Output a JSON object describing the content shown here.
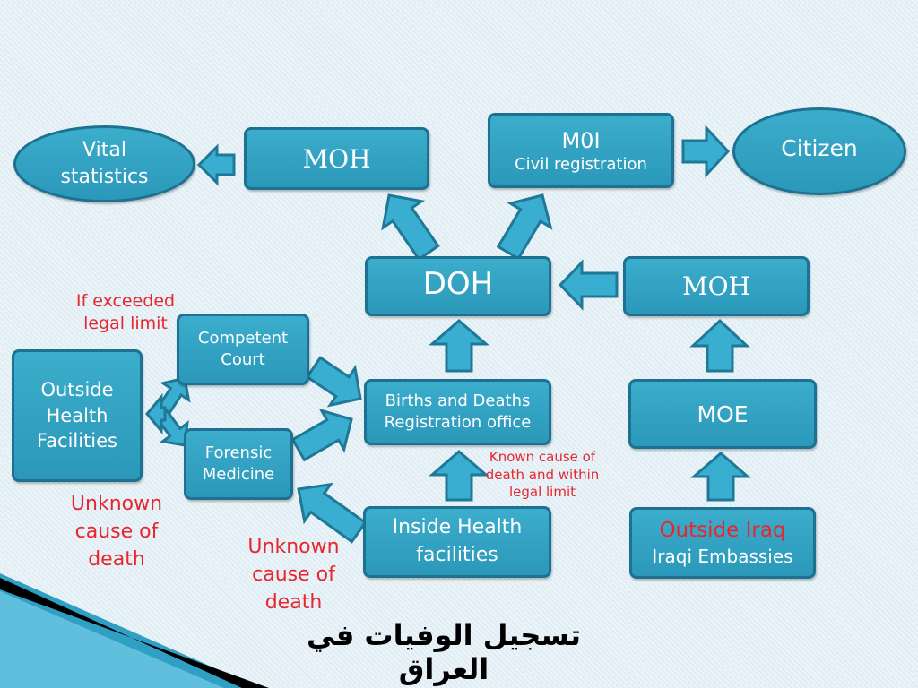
{
  "colors": {
    "box_fill": "#2ea3c6",
    "box_border": "#1c7290",
    "annotation_red": "#e8262e",
    "title_color": "#000000"
  },
  "nodes": {
    "vital_statistics": "Vital\nstatistics",
    "moh_top": "MOH",
    "moi_title": "M0I",
    "moi_subtitle": "Civil registration",
    "citizen": "Citizen",
    "doh": "DOH",
    "moh_right": "MOH",
    "competent_court": "Competent\nCourt",
    "outside_health_facilities": "Outside\nHealth\nFacilities",
    "forensic_medicine": "Forensic\nMedicine",
    "births_deaths_office": "Births and Deaths\nRegistration office",
    "moe": "MOE",
    "inside_health_facilities": "Inside Health\nfacilities",
    "outside_iraq_title": "Outside Iraq",
    "outside_iraq_subtitle": "Iraqi Embassies"
  },
  "annotations": {
    "exceeded_legal_limit": "If exceeded\nlegal limit",
    "unknown_cause_left": "Unknown\ncause of\ndeath",
    "unknown_cause_middle": "Unknown\ncause of\ndeath",
    "known_cause": "Known cause of\ndeath and within\nlegal limit"
  },
  "title": "تسجيل الوفيات في العراق"
}
